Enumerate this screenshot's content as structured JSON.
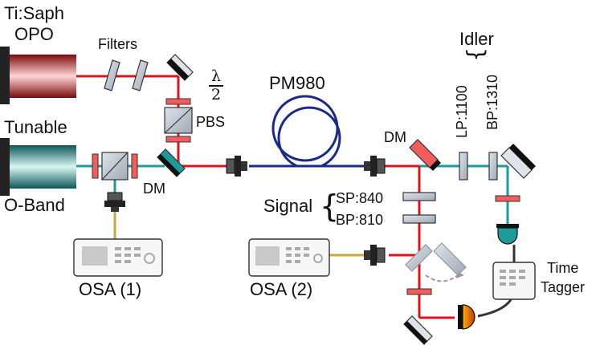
{
  "labels": {
    "tisaph_line1": "Ti:Saph",
    "tisaph_line2": "OPO",
    "filters": "Filters",
    "lambda": "λ",
    "lambda_den": "2",
    "pbs": "PBS",
    "pm980": "PM980",
    "tunable": "Tunable",
    "oband": "O-Band",
    "dm_left": "DM",
    "dm_right": "DM",
    "idler": "Idler",
    "lp": "LP:1100",
    "bp_idler": "BP:1310",
    "signal": "Signal",
    "sp": "SP:840",
    "bp_signal": "BP:810",
    "osa1": "OSA (1)",
    "osa2": "OSA (2)",
    "time": "Time",
    "tagger": "Tagger"
  },
  "colors": {
    "red_beam": "#d9141b",
    "blue_beam": "#1a2a8c",
    "teal_beam": "#1e9a9a",
    "fiber_yellow": "#c8a640",
    "grey": "#b9c1cc"
  }
}
